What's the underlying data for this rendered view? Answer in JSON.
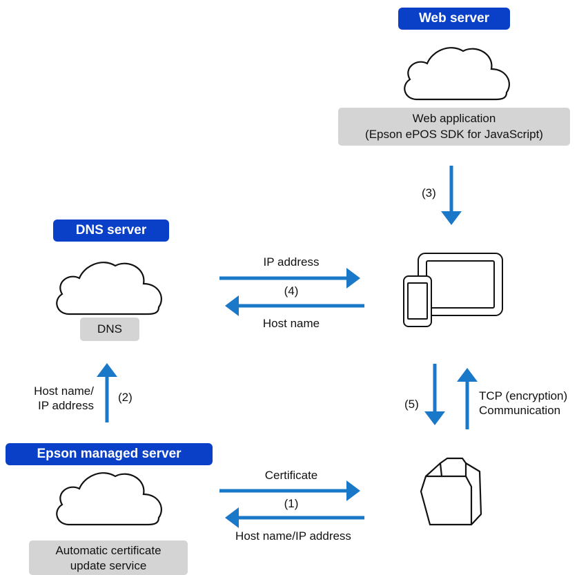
{
  "web_server": {
    "title": "Web server",
    "label_line1": "Web application",
    "label_line2": "(Epson ePOS SDK for JavaScript)"
  },
  "dns_server": {
    "title": "DNS server",
    "label": "DNS"
  },
  "epson_server": {
    "title": "Epson managed server",
    "label_line1": "Automatic certificate",
    "label_line2": "update service"
  },
  "flows": {
    "step3": "(3)",
    "dns_top": "IP address",
    "step4": "(4)",
    "dns_bottom": "Host name",
    "step2": "(2)",
    "dns_update_line1": "Host name/",
    "dns_update_line2": "IP address",
    "step5": "(5)",
    "tcp_line1": "TCP (encryption)",
    "tcp_line2": "Communication",
    "cert_top": "Certificate",
    "step1": "(1)",
    "cert_bottom": "Host name/IP address"
  },
  "colors": {
    "badge": "#0a3fc7",
    "arrow": "#1a78c8",
    "label_box": "#d4d4d4"
  }
}
